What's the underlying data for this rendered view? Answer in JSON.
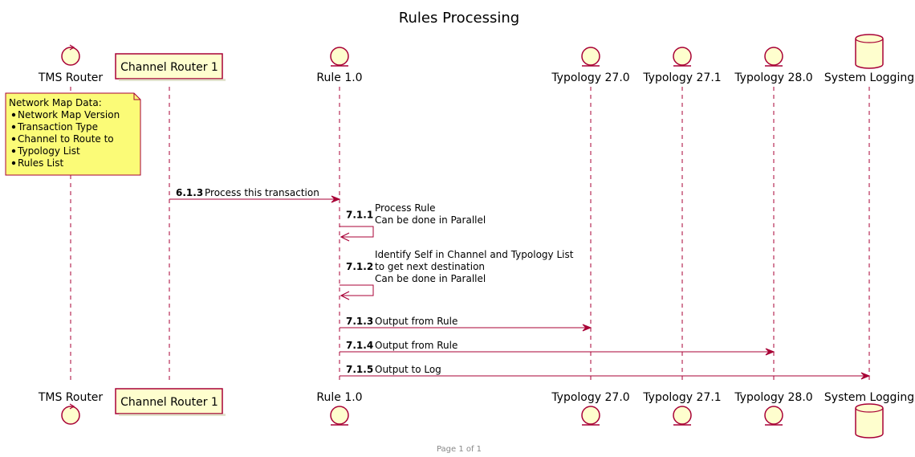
{
  "title": "Rules Processing",
  "participants": [
    {
      "id": "tms",
      "name": "TMS Router",
      "kind": "control"
    },
    {
      "id": "ch1",
      "name": "Channel Router 1",
      "kind": "participant"
    },
    {
      "id": "rule",
      "name": "Rule 1.0",
      "kind": "entity"
    },
    {
      "id": "t270",
      "name": "Typology 27.0",
      "kind": "entity"
    },
    {
      "id": "t271",
      "name": "Typology 27.1",
      "kind": "entity"
    },
    {
      "id": "t280",
      "name": "Typology 28.0",
      "kind": "entity"
    },
    {
      "id": "log",
      "name": "System Logging",
      "kind": "database"
    }
  ],
  "note": {
    "title": "Network Map Data:",
    "items": [
      "Network Map Version",
      "Transaction Type",
      "Channel to Route to",
      "Typology List",
      "Rules List"
    ]
  },
  "messages": [
    {
      "num": "6.1.3",
      "from": "ch1",
      "to": "rule",
      "lines": [
        "Process this transaction"
      ]
    },
    {
      "num": "7.1.1",
      "from": "rule",
      "to": "rule",
      "lines": [
        "Process Rule",
        "Can be done in Parallel"
      ]
    },
    {
      "num": "7.1.2",
      "from": "rule",
      "to": "rule",
      "lines": [
        "Identify Self in Channel and Typology List",
        "to get next destination",
        "Can be done in Parallel"
      ]
    },
    {
      "num": "7.1.3",
      "from": "rule",
      "to": "t270",
      "lines": [
        "Output from Rule"
      ]
    },
    {
      "num": "7.1.4",
      "from": "rule",
      "to": "t280",
      "lines": [
        "Output from Rule"
      ]
    },
    {
      "num": "7.1.5",
      "from": "rule",
      "to": "log",
      "lines": [
        "Output to Log"
      ]
    }
  ],
  "footer": "Page 1 of 1",
  "colors": {
    "line": "#A80036",
    "fill": "#FEFECE",
    "note_fill": "#FBFB77"
  }
}
